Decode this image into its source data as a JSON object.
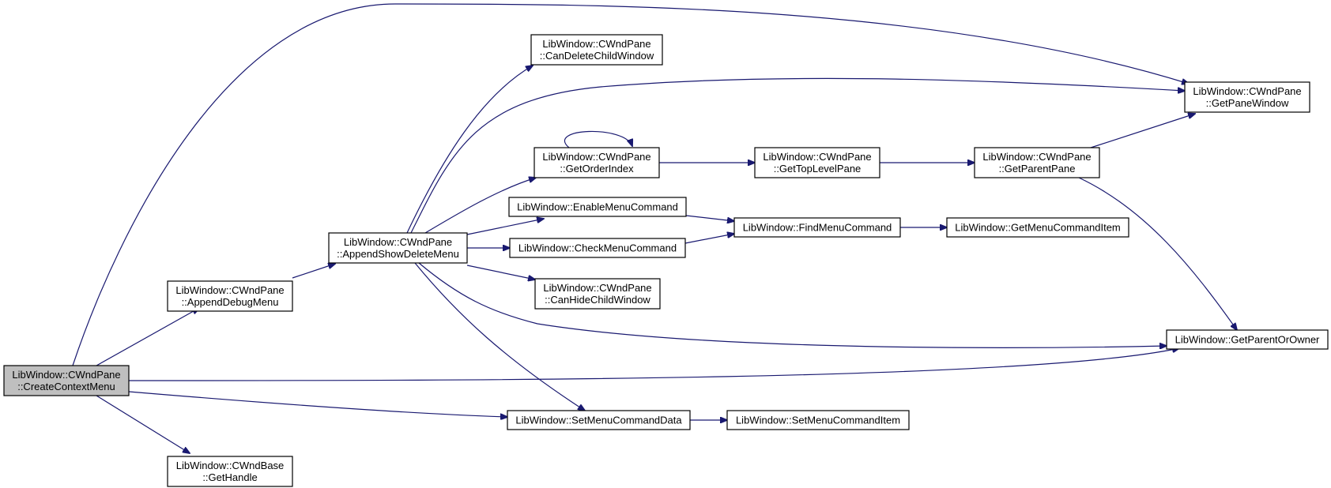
{
  "colors": {
    "edge": "#191970",
    "node_fill": "#ffffff",
    "root_fill": "#bfbfbf",
    "node_border": "#000000"
  },
  "nodes": [
    {
      "id": "create_context_menu",
      "lines": [
        "LibWindow::CWndPane",
        "::CreateContextMenu"
      ],
      "root": true
    },
    {
      "id": "append_debug_menu",
      "lines": [
        "LibWindow::CWndPane",
        "::AppendDebugMenu"
      ]
    },
    {
      "id": "get_handle",
      "lines": [
        "LibWindow::CWndBase",
        "::GetHandle"
      ]
    },
    {
      "id": "append_show_delete_menu",
      "lines": [
        "LibWindow::CWndPane",
        "::AppendShowDeleteMenu"
      ]
    },
    {
      "id": "can_delete_child_window",
      "lines": [
        "LibWindow::CWndPane",
        "::CanDeleteChildWindow"
      ]
    },
    {
      "id": "get_order_index",
      "lines": [
        "LibWindow::CWndPane",
        "::GetOrderIndex"
      ]
    },
    {
      "id": "enable_menu_command",
      "lines": [
        "LibWindow::EnableMenuCommand"
      ]
    },
    {
      "id": "check_menu_command",
      "lines": [
        "LibWindow::CheckMenuCommand"
      ]
    },
    {
      "id": "can_hide_child_window",
      "lines": [
        "LibWindow::CWndPane",
        "::CanHideChildWindow"
      ]
    },
    {
      "id": "set_menu_command_data",
      "lines": [
        "LibWindow::SetMenuCommandData"
      ]
    },
    {
      "id": "get_top_level_pane",
      "lines": [
        "LibWindow::CWndPane",
        "::GetTopLevelPane"
      ]
    },
    {
      "id": "find_menu_command",
      "lines": [
        "LibWindow::FindMenuCommand"
      ]
    },
    {
      "id": "set_menu_command_item",
      "lines": [
        "LibWindow::SetMenuCommandItem"
      ]
    },
    {
      "id": "get_parent_pane",
      "lines": [
        "LibWindow::CWndPane",
        "::GetParentPane"
      ]
    },
    {
      "id": "get_menu_command_item",
      "lines": [
        "LibWindow::GetMenuCommandItem"
      ]
    },
    {
      "id": "get_pane_window",
      "lines": [
        "LibWindow::CWndPane",
        "::GetPaneWindow"
      ]
    },
    {
      "id": "get_parent_or_owner",
      "lines": [
        "LibWindow::GetParentOrOwner"
      ]
    }
  ],
  "edges": [
    {
      "from": "create_context_menu",
      "to": "get_pane_window"
    },
    {
      "from": "create_context_menu",
      "to": "append_debug_menu"
    },
    {
      "from": "create_context_menu",
      "to": "get_parent_or_owner"
    },
    {
      "from": "create_context_menu",
      "to": "set_menu_command_data"
    },
    {
      "from": "create_context_menu",
      "to": "get_handle"
    },
    {
      "from": "append_debug_menu",
      "to": "append_show_delete_menu"
    },
    {
      "from": "append_show_delete_menu",
      "to": "can_delete_child_window"
    },
    {
      "from": "append_show_delete_menu",
      "to": "get_pane_window"
    },
    {
      "from": "append_show_delete_menu",
      "to": "get_order_index"
    },
    {
      "from": "append_show_delete_menu",
      "to": "enable_menu_command"
    },
    {
      "from": "append_show_delete_menu",
      "to": "check_menu_command"
    },
    {
      "from": "append_show_delete_menu",
      "to": "can_hide_child_window"
    },
    {
      "from": "append_show_delete_menu",
      "to": "get_parent_or_owner"
    },
    {
      "from": "append_show_delete_menu",
      "to": "set_menu_command_data"
    },
    {
      "from": "get_order_index",
      "to": "get_order_index"
    },
    {
      "from": "get_order_index",
      "to": "get_top_level_pane"
    },
    {
      "from": "get_top_level_pane",
      "to": "get_parent_pane"
    },
    {
      "from": "get_parent_pane",
      "to": "get_pane_window"
    },
    {
      "from": "get_parent_pane",
      "to": "get_parent_or_owner"
    },
    {
      "from": "enable_menu_command",
      "to": "find_menu_command"
    },
    {
      "from": "check_menu_command",
      "to": "find_menu_command"
    },
    {
      "from": "find_menu_command",
      "to": "get_menu_command_item"
    },
    {
      "from": "set_menu_command_data",
      "to": "set_menu_command_item"
    }
  ]
}
